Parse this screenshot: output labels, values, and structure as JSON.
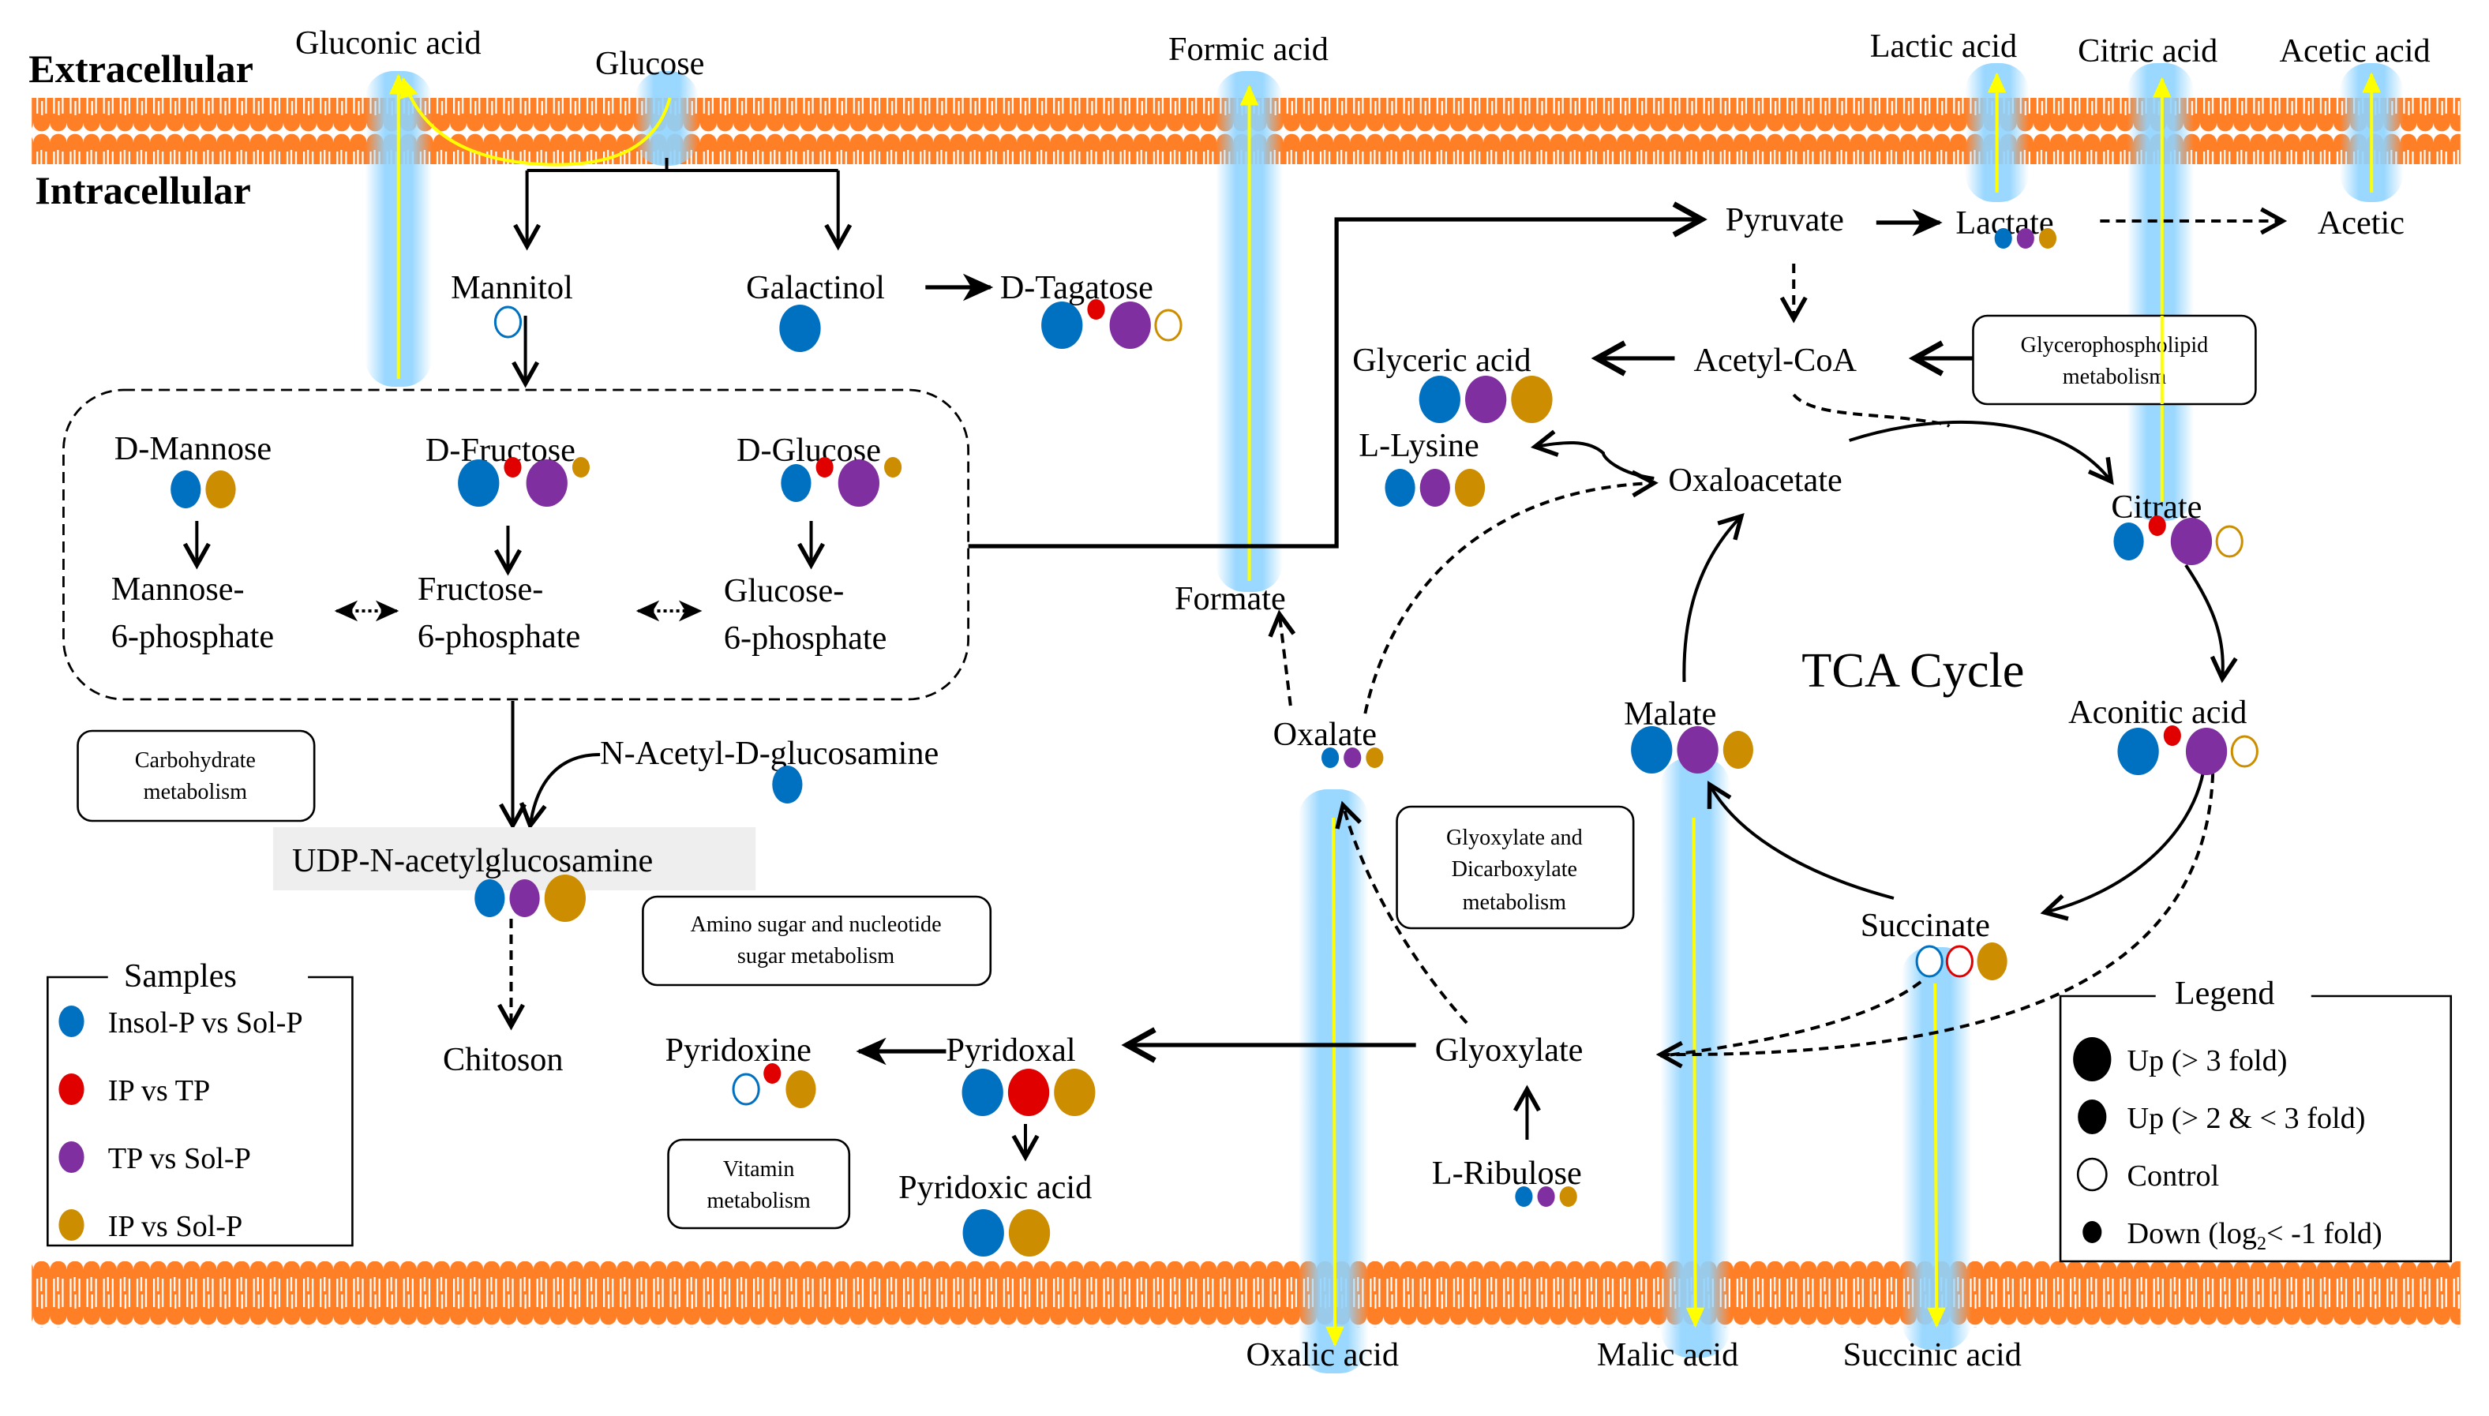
{
  "regions": {
    "extracellular": "Extracellular",
    "intracellular": "Intracellular"
  },
  "colors": {
    "insol_p_vs_sol_p": "#0070C0",
    "ip_vs_tp": "#E00000",
    "tp_vs_sol_p": "#7F2F9F",
    "ip_vs_sol_p": "#CC8E00",
    "membrane": "#FF7F27",
    "transport_arrow": "#FFFF00",
    "transport_glow": "#8FD3FF"
  },
  "extracellular_metabolites": {
    "gluconic_acid": "Gluconic acid",
    "glucose": "Glucose",
    "formic_acid": "Formic acid",
    "lactic_acid": "Lactic acid",
    "citric_acid": "Citric acid",
    "acetic_acid": "Acetic acid",
    "oxalic_acid": "Oxalic acid",
    "malic_acid": "Malic acid",
    "succinic_acid": "Succinic acid"
  },
  "metabolites": {
    "mannitol": {
      "label": "Mannitol",
      "levels": {
        "insol_p_vs_sol_p": "control"
      }
    },
    "galactinol": {
      "label": "Galactinol",
      "levels": {
        "insol_p_vs_sol_p": "up_gt3"
      }
    },
    "d_tagatose": {
      "label": "D-Tagatose",
      "levels": {
        "insol_p_vs_sol_p": "up_gt3",
        "ip_vs_tp": "down",
        "tp_vs_sol_p": "up_gt3",
        "ip_vs_sol_p": "control"
      }
    },
    "d_mannose": {
      "label": "D-Mannose",
      "levels": {
        "insol_p_vs_sol_p": "up_2to3",
        "ip_vs_sol_p": "up_2to3"
      }
    },
    "d_fructose": {
      "label": "D-Fructose",
      "levels": {
        "insol_p_vs_sol_p": "up_gt3",
        "ip_vs_tp": "down",
        "tp_vs_sol_p": "up_gt3",
        "ip_vs_sol_p": "down"
      }
    },
    "d_glucose": {
      "label": "D-Glucose",
      "levels": {
        "insol_p_vs_sol_p": "up_2to3",
        "ip_vs_tp": "down",
        "tp_vs_sol_p": "up_gt3",
        "ip_vs_sol_p": "down"
      }
    },
    "mannose_6_phosphate": {
      "label_line1": "Mannose-",
      "label_line2": "6-phosphate"
    },
    "fructose_6_phosphate": {
      "label_line1": "Fructose-",
      "label_line2": "6-phosphate"
    },
    "glucose_6_phosphate": {
      "label_line1": "Glucose-",
      "label_line2": "6-phosphate"
    },
    "n_acetyl_d_glucosamine": {
      "label": "N-Acetyl-D-glucosamine",
      "levels": {
        "insol_p_vs_sol_p": "up_2to3"
      }
    },
    "udp_n_acetylglucosamine": {
      "label": "UDP-N-acetylglucosamine",
      "levels": {
        "insol_p_vs_sol_p": "up_2to3",
        "tp_vs_sol_p": "up_2to3",
        "ip_vs_sol_p": "up_gt3"
      }
    },
    "chitoson": {
      "label": "Chitoson"
    },
    "pyruvate": {
      "label": "Pyruvate"
    },
    "lactate": {
      "label": "Lactate",
      "levels": {
        "insol_p_vs_sol_p": "down",
        "tp_vs_sol_p": "down",
        "ip_vs_sol_p": "down"
      }
    },
    "acetic": {
      "label": "Acetic"
    },
    "acetyl_coa": {
      "label": "Acetyl-CoA"
    },
    "glyceric_acid": {
      "label": "Glyceric acid",
      "levels": {
        "insol_p_vs_sol_p": "up_gt3",
        "tp_vs_sol_p": "up_gt3",
        "ip_vs_sol_p": "up_gt3"
      }
    },
    "l_lysine": {
      "label": "L-Lysine",
      "levels": {
        "insol_p_vs_sol_p": "up_2to3",
        "tp_vs_sol_p": "up_2to3",
        "ip_vs_sol_p": "up_2to3"
      }
    },
    "oxaloacetate": {
      "label": "Oxaloacetate"
    },
    "citrate": {
      "label": "Citrate",
      "levels": {
        "insol_p_vs_sol_p": "up_2to3",
        "ip_vs_tp": "down",
        "tp_vs_sol_p": "up_gt3",
        "ip_vs_sol_p": "control"
      }
    },
    "aconitic_acid": {
      "label": "Aconitic acid",
      "levels": {
        "insol_p_vs_sol_p": "up_gt3",
        "ip_vs_tp": "down",
        "tp_vs_sol_p": "up_gt3",
        "ip_vs_sol_p": "control"
      }
    },
    "succinate": {
      "label": "Succinate",
      "levels": {
        "insol_p_vs_sol_p": "control",
        "ip_vs_tp": "control",
        "ip_vs_sol_p": "up_2to3"
      }
    },
    "malate": {
      "label": "Malate",
      "levels": {
        "insol_p_vs_sol_p": "up_gt3",
        "tp_vs_sol_p": "up_gt3",
        "ip_vs_sol_p": "up_2to3"
      }
    },
    "formate": {
      "label": "Formate"
    },
    "oxalate": {
      "label": "Oxalate",
      "levels": {
        "insol_p_vs_sol_p": "down",
        "tp_vs_sol_p": "down",
        "ip_vs_sol_p": "down"
      }
    },
    "glyoxylate": {
      "label": "Glyoxylate"
    },
    "l_ribulose": {
      "label": "L-Ribulose",
      "levels": {
        "insol_p_vs_sol_p": "down",
        "tp_vs_sol_p": "down",
        "ip_vs_sol_p": "down"
      }
    },
    "pyridoxal": {
      "label": "Pyridoxal",
      "levels": {
        "insol_p_vs_sol_p": "up_gt3",
        "ip_vs_tp": "up_gt3",
        "ip_vs_sol_p": "up_gt3"
      }
    },
    "pyridoxine": {
      "label": "Pyridoxine",
      "levels": {
        "insol_p_vs_sol_p": "control",
        "ip_vs_tp": "down",
        "ip_vs_sol_p": "up_2to3"
      }
    },
    "pyridoxic_acid": {
      "label": "Pyridoxic acid",
      "levels": {
        "insol_p_vs_sol_p": "up_gt3",
        "ip_vs_sol_p": "up_gt3"
      }
    }
  },
  "cycle_label": "TCA Cycle",
  "pathway_boxes": {
    "carbohydrate": {
      "line1": "Carbohydrate",
      "line2": "metabolism"
    },
    "amino_sugar": {
      "line1": "Amino  sugar and nucleotide",
      "line2": "sugar metabolism"
    },
    "glyoxylate_dicarboxylate": {
      "line1": "Glyoxylate and",
      "line2": "Dicarboxylate",
      "line3": "metabolism"
    },
    "glycerophospholipid": {
      "line1": "Glycerophospholipid",
      "line2": "metabolism"
    },
    "vitamin": {
      "line1": "Vitamin",
      "line2": "metabolism"
    }
  },
  "samples_legend": {
    "title": "Samples",
    "items": [
      {
        "key": "insol_p_vs_sol_p",
        "label": "Insol-P vs Sol-P",
        "color": "#0070C0"
      },
      {
        "key": "ip_vs_tp",
        "label": "IP vs TP",
        "color": "#E00000"
      },
      {
        "key": "tp_vs_sol_p",
        "label": "TP vs Sol-P",
        "color": "#7F2F9F"
      },
      {
        "key": "ip_vs_sol_p",
        "label": "IP vs Sol-P",
        "color": "#CC8E00"
      }
    ]
  },
  "size_legend": {
    "title": "Legend",
    "items": [
      {
        "key": "up_gt3",
        "label": "Up (> 3 fold)"
      },
      {
        "key": "up_2to3",
        "label": "Up (> 2 & < 3 fold)"
      },
      {
        "key": "control",
        "label": "Control"
      },
      {
        "key": "down",
        "label_main": "Down (log",
        "label_sub": "2",
        "label_tail": "< -1 fold)"
      }
    ]
  }
}
